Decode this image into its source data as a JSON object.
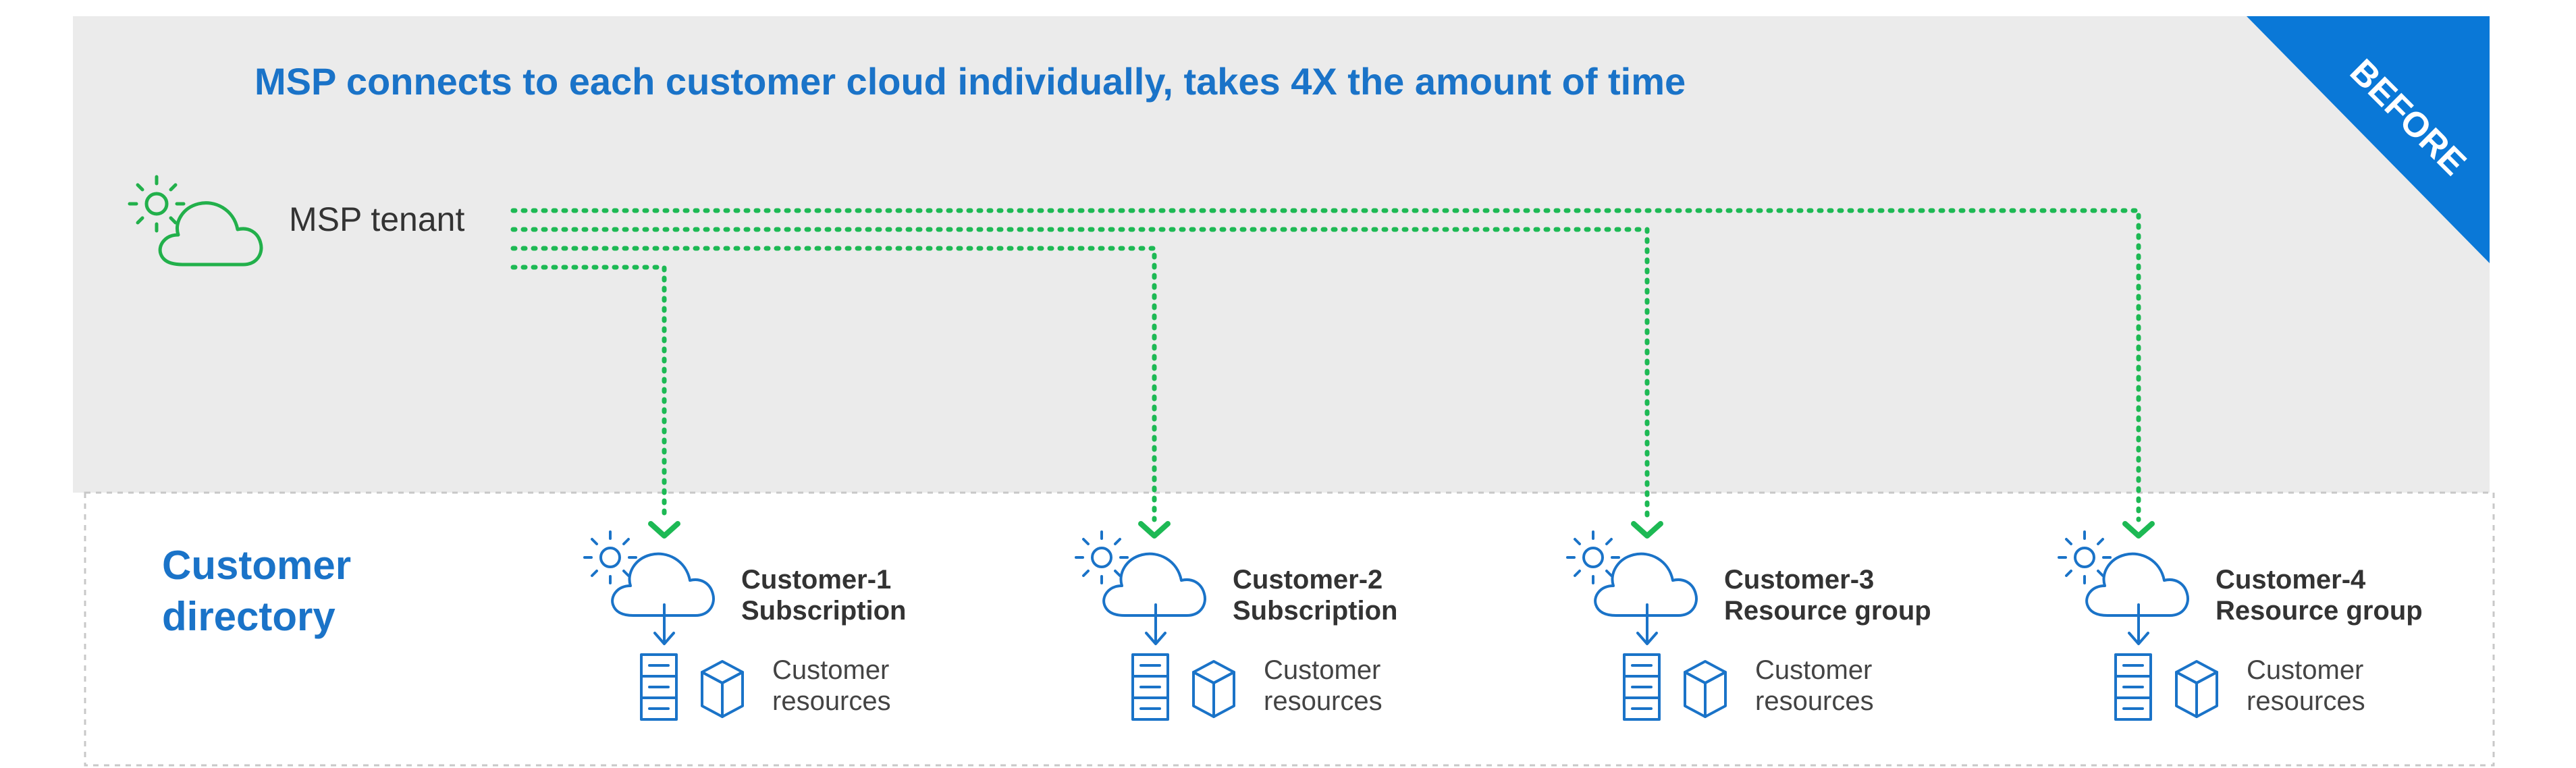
{
  "header": {
    "title": "MSP connects to each customer cloud individually, takes 4X the amount of time",
    "badge": "BEFORE"
  },
  "msp": {
    "label": "MSP tenant"
  },
  "directory": {
    "line1": "Customer",
    "line2": "directory"
  },
  "customers": [
    {
      "name": "Customer-1",
      "scope": "Subscription",
      "res1": "Customer",
      "res2": "resources"
    },
    {
      "name": "Customer-2",
      "scope": "Subscription",
      "res1": "Customer",
      "res2": "resources"
    },
    {
      "name": "Customer-3",
      "scope": "Resource group",
      "res1": "Customer",
      "res2": "resources"
    },
    {
      "name": "Customer-4",
      "scope": "Resource group",
      "res1": "Customer",
      "res2": "resources"
    }
  ],
  "colors": {
    "top_panel": "#ebebeb",
    "accent_blue": "#1a73c8",
    "badge_blue": "#0a78d7",
    "connector_green": "#1db954",
    "icon_green": "#22b04b",
    "border_gray": "#c8c8c8"
  },
  "icons": [
    "sun-icon",
    "cloud-icon",
    "arrow-down-icon",
    "server-icon",
    "box-icon"
  ]
}
